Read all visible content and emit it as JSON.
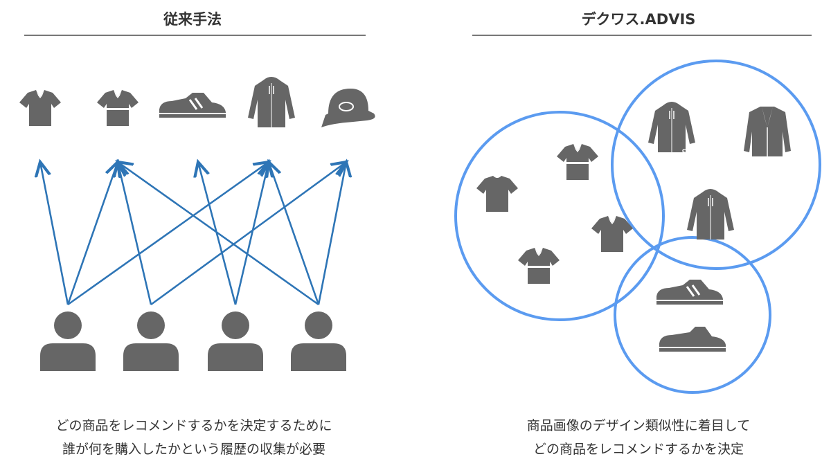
{
  "left": {
    "title": "従来手法",
    "caption_lines": [
      "どの商品をレコメンドするかを決定するために",
      "誰が何を購入したかという履歴の収集が必要"
    ],
    "products": [
      "polo-shirt",
      "striped-polo-shirt",
      "sneaker",
      "hoodie",
      "cap"
    ],
    "users": 4,
    "purchase_links": [
      [
        0,
        0
      ],
      [
        0,
        1
      ],
      [
        0,
        3
      ],
      [
        1,
        1
      ],
      [
        1,
        4
      ],
      [
        2,
        2
      ],
      [
        2,
        3
      ],
      [
        3,
        1
      ],
      [
        3,
        3
      ],
      [
        3,
        4
      ]
    ]
  },
  "right": {
    "title": "デクワス.ADVIS",
    "caption_lines": [
      "商品画像のデザイン類似性に着目して",
      "どの商品をレコメンドするかを決定"
    ],
    "hoodie_letter": "S",
    "clusters": [
      "shirts",
      "outerwear",
      "shoes"
    ]
  },
  "colors": {
    "arrow": "#2e75b6",
    "circle": "#5b9bf0",
    "icon": "#666666",
    "text": "#333333"
  }
}
